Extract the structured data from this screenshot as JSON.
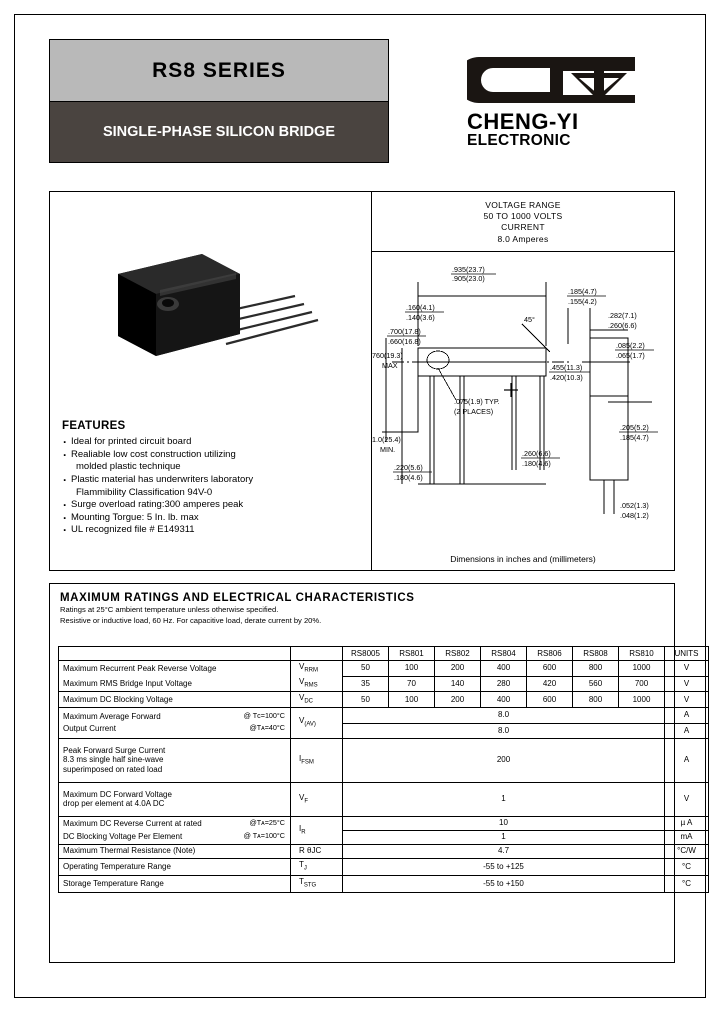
{
  "header": {
    "series_title": "RS8 SERIES",
    "subtitle": "SINGLE-PHASE SILICON BRIDGE",
    "brand_name": "CHENG-YI",
    "brand_sub": "ELECTRONIC"
  },
  "voltage_box": {
    "line1": "VOLTAGE RANGE",
    "line2": "50 TO 1000 VOLTS",
    "line3": "CURRENT",
    "line4": "8.0  Amperes"
  },
  "features": {
    "heading": "FEATURES",
    "items": [
      "Ideal for printed circuit board",
      "Realiable low cost construction utilizing",
      "molded plastic technique",
      "Plastic material has underwriters laboratory",
      "Flammibility Classification 94V-0",
      "Surge overload rating:300 amperes peak",
      "Mounting Torgue: 5 In. lb. max",
      "UL recognized file # E149311"
    ]
  },
  "drawing": {
    "caption": "Dimensions in inches and (millimeters)",
    "dims": {
      "top_width": ".935(23.7)\n.905(23.0)",
      "top_width_a": ".935(23.7)",
      "top_width_b": ".905(23.0)",
      "slot_a": ".160(4.1)",
      "slot_b": ".140(3.6)",
      "right_top_a": ".185(4.7)",
      "right_top_b": ".155(4.2)",
      "right_small_a": ".085(2.2)",
      "right_small_b": ".065(1.7)",
      "body_w_a": ".282(7.1)",
      "body_w_b": ".260(6.6)",
      "height_a": ".700(17.8)",
      "height_b": ".660(16.8)",
      "max_h": ".760(19.3)",
      "max_lbl": "MAX",
      "min_h": "1.0(25.4)",
      "min_lbl": "MIN.",
      "hole_a": ".075(1.9) TYP.",
      "hole_b": "(2 PLACES)",
      "pitch_a": ".455(11.3)",
      "pitch_b": ".420(10.3)",
      "lead_a": ".220(5.6)",
      "lead_b": ".180(4.6)",
      "lead_c": ".260(6.6)",
      "lead_d": ".180(4.6)",
      "tab_a": ".205(5.2)",
      "tab_b": ".185(4.7)",
      "thk_a": ".052(1.3)",
      "thk_b": ".048(1.2)",
      "angle": "45°",
      "polarity": "+"
    }
  },
  "ratings": {
    "title": "MAXIMUM  RATINGS  AND  ELECTRICAL  CHARACTERISTICS",
    "note1": "Ratings at 25°C ambient temperature unless otherwise specified.",
    "note2": "Resistive or inductive load, 60 Hz. For capacitive load, derate current by 20%."
  },
  "table": {
    "columns": [
      "",
      "",
      "RS8005",
      "RS801",
      "RS802",
      "RS804",
      "RS806",
      "RS808",
      "RS810",
      "UNITS"
    ],
    "rows": [
      {
        "param": "Maximum Recurrent Peak Reverse Voltage",
        "symbol": "VRRM",
        "sym_base": "V",
        "sym_sub": "RRM",
        "values": [
          "50",
          "100",
          "200",
          "400",
          "600",
          "800",
          "1000"
        ],
        "unit": "V"
      },
      {
        "param": "Maximum RMS Bridge Input Voltage",
        "symbol": "VRMS",
        "sym_base": "V",
        "sym_sub": "RMS",
        "values": [
          "35",
          "70",
          "140",
          "280",
          "420",
          "560",
          "700"
        ],
        "unit": "V"
      },
      {
        "param": "Maximum DC Blocking Voltage",
        "symbol": "VDC",
        "sym_base": "V",
        "sym_sub": "DC",
        "values": [
          "50",
          "100",
          "200",
          "400",
          "600",
          "800",
          "1000"
        ],
        "unit": "V"
      }
    ],
    "avg_current": {
      "param_line1": "Maximum Average Forward",
      "param_line2": "Output Current",
      "cond1": "@ Tс=100°C",
      "cond2": "@Tᴀ=40°C",
      "sym_base": "V",
      "sym_sub": "(AV)",
      "value1": "8.0",
      "value2": "8.0",
      "unit1": "A",
      "unit2": "A"
    },
    "surge": {
      "param_line1": "Peak Forward Surge Current",
      "param_line2": "8.3 ms single half sine-wave",
      "param_line3": "superimposed on rated load",
      "sym_base": "I",
      "sym_sub": "FSM",
      "value": "200",
      "unit": "A"
    },
    "vf": {
      "param_line1": "Maximum DC Forward Voltage",
      "param_line2": "drop per element at 4.0A DC",
      "sym_base": "V",
      "sym_sub": "F",
      "value": "1",
      "unit": "V"
    },
    "ir": {
      "param_line1": "Maximum DC Reverse Current at rated",
      "param_line2": "DC Blocking Voltage Per Element",
      "cond1": "@Tᴀ=25°C",
      "cond2": "@ Tᴀ=100°C",
      "sym_base": "I",
      "sym_sub": "R",
      "value1": "10",
      "value2": "1",
      "unit1": "µ A",
      "unit2": "mA"
    },
    "thermal": {
      "param": "Maximum Thermal Resistance (Note)",
      "symbol": "R θJC",
      "value": "4.7",
      "unit": "°C/W"
    },
    "tj": {
      "param": "Operating Temperature Range",
      "sym_base": "T",
      "sym_sub": "J",
      "value": "-55 to +125",
      "unit": "°C"
    },
    "tstg": {
      "param": "Storage Temperature Range",
      "sym_base": "T",
      "sym_sub": "STG",
      "value": "-55 to +150",
      "unit": "°C"
    }
  }
}
